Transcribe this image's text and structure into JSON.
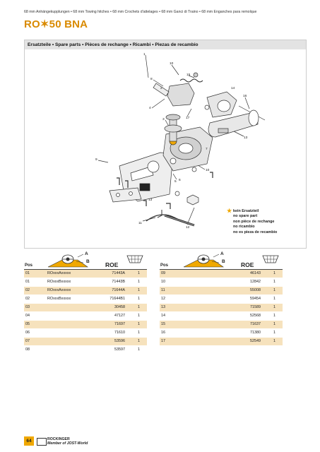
{
  "header_text": "68 mm Anhängekupplungen • 68 mm Towing hitches • 68 mm Crochets d'attelages • 68 mm Ganci di Traino • 68 mm Enganches para remolque",
  "title": "RO✶50 BNA",
  "panel_title": "Ersatzteile • Spare parts • Pièces de rechange • Ricambi • Piezas de recambio",
  "callouts": [
    "1",
    "2",
    "3",
    "4",
    "5",
    "6",
    "7",
    "8",
    "9",
    "10",
    "11",
    "12",
    "13",
    "14",
    "15",
    "16",
    "17"
  ],
  "legend": {
    "star": "★",
    "lines": [
      "kein Ersatzteil",
      "no spare part",
      "non pièce de rechange",
      "no ricambio",
      "no es pieza de recambio"
    ]
  },
  "table_headers": {
    "pos": "Pos",
    "roe": "ROE",
    "icon_a": "A",
    "icon_b": "B"
  },
  "colors": {
    "accent": "#f0a800",
    "title": "#d98a00",
    "row_alt": "#f6e2bd"
  },
  "table_left": [
    {
      "pos": "01",
      "variant": "ROxxxAxxxxx",
      "roe": "71443A",
      "qty": "1"
    },
    {
      "pos": "01",
      "variant": "ROxxxBxxxxx",
      "roe": "71443B",
      "qty": "1"
    },
    {
      "pos": "02",
      "variant": "ROxxxAxxxxx",
      "roe": "71644A",
      "qty": "1"
    },
    {
      "pos": "02",
      "variant": "ROxxxBxxxxx",
      "roe": "71644B1",
      "qty": "1"
    },
    {
      "pos": "03",
      "variant": "",
      "roe": "30458",
      "qty": "1"
    },
    {
      "pos": "04",
      "variant": "",
      "roe": "47127",
      "qty": "1"
    },
    {
      "pos": "05",
      "variant": "",
      "roe": "71697",
      "qty": "1"
    },
    {
      "pos": "06",
      "variant": "",
      "roe": "71610",
      "qty": "1"
    },
    {
      "pos": "07",
      "variant": "",
      "roe": "53596",
      "qty": "1"
    },
    {
      "pos": "08",
      "variant": "",
      "roe": "53597",
      "qty": "1"
    }
  ],
  "table_right": [
    {
      "pos": "09",
      "variant": "",
      "roe": "46143",
      "qty": "1"
    },
    {
      "pos": "10",
      "variant": "",
      "roe": "12842",
      "qty": "1"
    },
    {
      "pos": "11",
      "variant": "",
      "roe": "55008",
      "qty": "1"
    },
    {
      "pos": "12",
      "variant": "",
      "roe": "59454",
      "qty": "1"
    },
    {
      "pos": "13",
      "variant": "",
      "roe": "71589",
      "qty": "1"
    },
    {
      "pos": "14",
      "variant": "",
      "roe": "52568",
      "qty": "1"
    },
    {
      "pos": "15",
      "variant": "",
      "roe": "71637",
      "qty": "1"
    },
    {
      "pos": "16",
      "variant": "",
      "roe": "71380",
      "qty": "1"
    },
    {
      "pos": "17",
      "variant": "",
      "roe": "52549",
      "qty": "1"
    }
  ],
  "footer": {
    "page": "64",
    "brand": "ROCKINGER",
    "member": "Member of JOST-World"
  }
}
